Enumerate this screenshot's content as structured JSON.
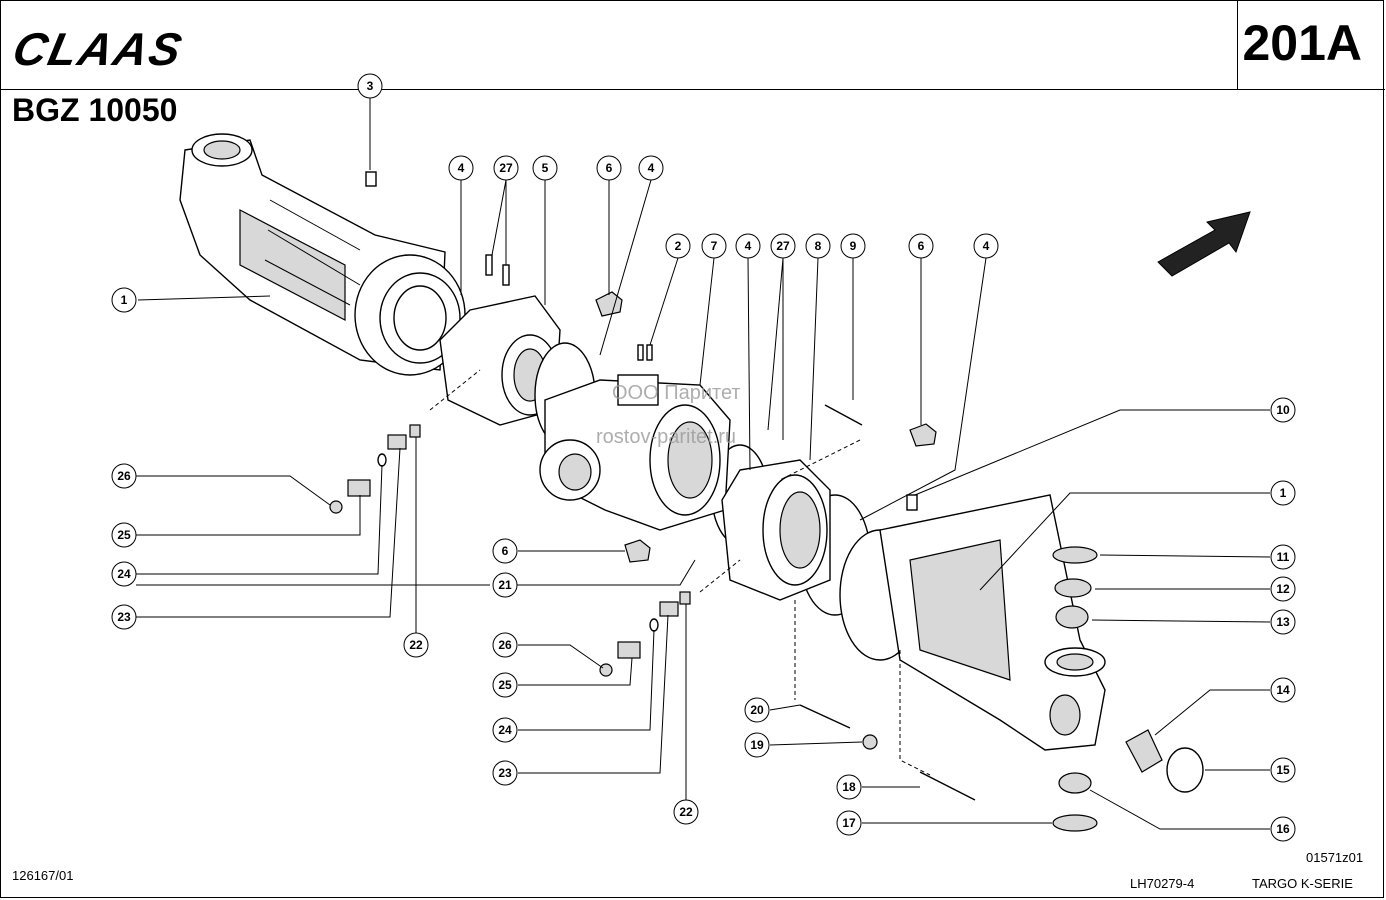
{
  "header": {
    "brand": "CLAAS",
    "sheet_number": "201A",
    "group_code": "BGZ 10050"
  },
  "footer": {
    "left_ref": "126167/01",
    "drawing_ref": "01571z01",
    "center_ref": "LH70279-4",
    "model": "TARGO K-SERIE"
  },
  "watermark": {
    "line1": "ООО Паритет",
    "line2": "rostov-paritet.ru"
  },
  "callouts": [
    "1",
    "2",
    "3",
    "4",
    "5",
    "6",
    "7",
    "8",
    "9",
    "10",
    "11",
    "12",
    "13",
    "14",
    "15",
    "16",
    "17",
    "18",
    "19",
    "20",
    "21",
    "22",
    "23",
    "24",
    "25",
    "26",
    "27"
  ]
}
